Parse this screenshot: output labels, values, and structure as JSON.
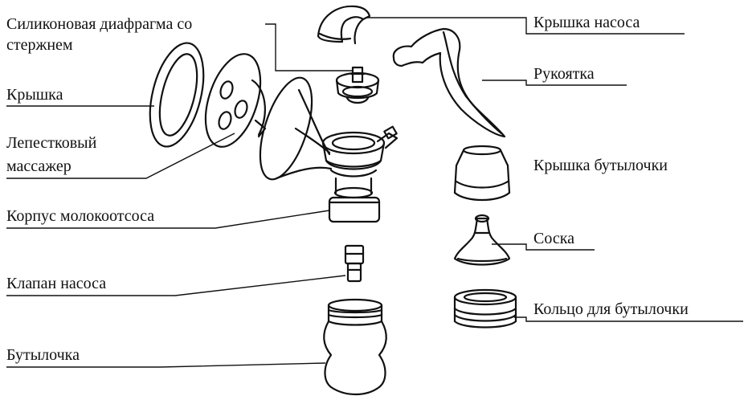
{
  "labels": {
    "diaphragm_line1": "Силиконовая диафрагма со",
    "diaphragm_line2": "стержнем",
    "cover": "Крышка",
    "petal_line1": "Лепестковый",
    "petal_line2": "массажер",
    "body": "Корпус молокоотсоса",
    "valve": "Клапан насоса",
    "bottle": "Бутылочка",
    "pump_cap": "Крышка насоса",
    "handle": "Рукоятка",
    "bottle_cap": "Крышка бутылочки",
    "nipple": "Соска",
    "bottle_ring": "Кольцо для бутылочки"
  },
  "colors": {
    "line": "#111111",
    "background": "#ffffff"
  }
}
